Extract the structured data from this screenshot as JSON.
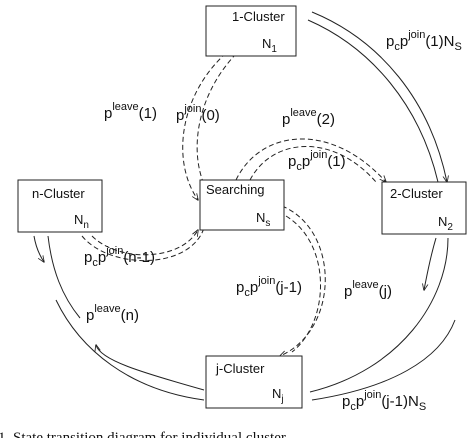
{
  "nodes": {
    "cluster1": {
      "name": "1-Cluster",
      "count_base": "N",
      "count_sub": "1"
    },
    "cluster2": {
      "name": "2-Cluster",
      "count_base": "N",
      "count_sub": "2"
    },
    "clusterj": {
      "name": "j-Cluster",
      "count_base": "N",
      "count_sub": "j"
    },
    "clustern": {
      "name": "n-Cluster",
      "count_base": "N",
      "count_sub": "n"
    },
    "searching": {
      "name": "Searching",
      "count_base": "N",
      "count_sub": "s"
    }
  },
  "edges": {
    "leave1": {
      "base": "p",
      "sup": "leave",
      "arg": "(1)"
    },
    "join0": {
      "base": "p",
      "sup": "join",
      "arg": "(0)"
    },
    "leave2": {
      "base": "p",
      "sup": "leave",
      "arg": "(2)"
    },
    "pc_join1": {
      "base": "p",
      "sub": "c",
      "base2": "p",
      "sup": "join",
      "arg": "(1)"
    },
    "pc_join1_ns": {
      "base": "p",
      "sub": "c",
      "base2": "p",
      "sup": "join",
      "arg": "(1)N",
      "arg_sub": "S"
    },
    "pc_join_n1": {
      "base": "p",
      "sub": "c",
      "base2": "p",
      "sup": "join",
      "arg": "(n-1)"
    },
    "pc_join_j1": {
      "base": "p",
      "sub": "c",
      "base2": "p",
      "sup": "join",
      "arg": "(j-1)"
    },
    "leavej": {
      "base": "p",
      "sup": "leave",
      "arg": "(j)"
    },
    "leaven": {
      "base": "p",
      "sup": "leave",
      "arg": "(n)"
    },
    "pc_join_j1_ns": {
      "base": "p",
      "sub": "c",
      "base2": "p",
      "sup": "join",
      "arg": "(j-1)N",
      "arg_sub": "S"
    }
  },
  "caption": "1. State transition diagram for individual cluster"
}
